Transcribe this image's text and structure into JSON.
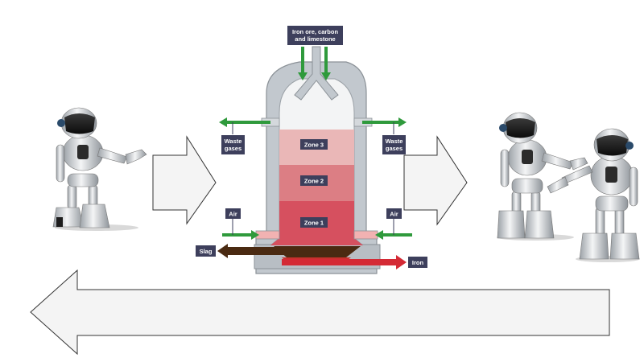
{
  "labels": {
    "inputs": [
      "Iron ore, carbon",
      "and limestone"
    ],
    "waste_left": [
      "Waste",
      "gases"
    ],
    "waste_right": [
      "Waste",
      "gases"
    ],
    "zone3": "Zone 3",
    "zone2": "Zone 2",
    "zone1": "Zone 1",
    "air_left": "Air",
    "air_right": "Air",
    "slag": "Slag",
    "iron": "Iron"
  },
  "colors": {
    "label_bg": "#3d3f5c",
    "flow_arrow": "#2f9a3c",
    "iron_arrow": "#d42a35",
    "slag_arrow": "#4a2a12",
    "furnace_shell": "#c2c8ce",
    "zone3": "#eab7b7",
    "zone2": "#dc7e84",
    "zone1": "#d6505f",
    "block_arrow_fill": "#f4f4f4"
  },
  "figures": [
    "robot-left",
    "robot-right-back",
    "robot-right-front"
  ]
}
